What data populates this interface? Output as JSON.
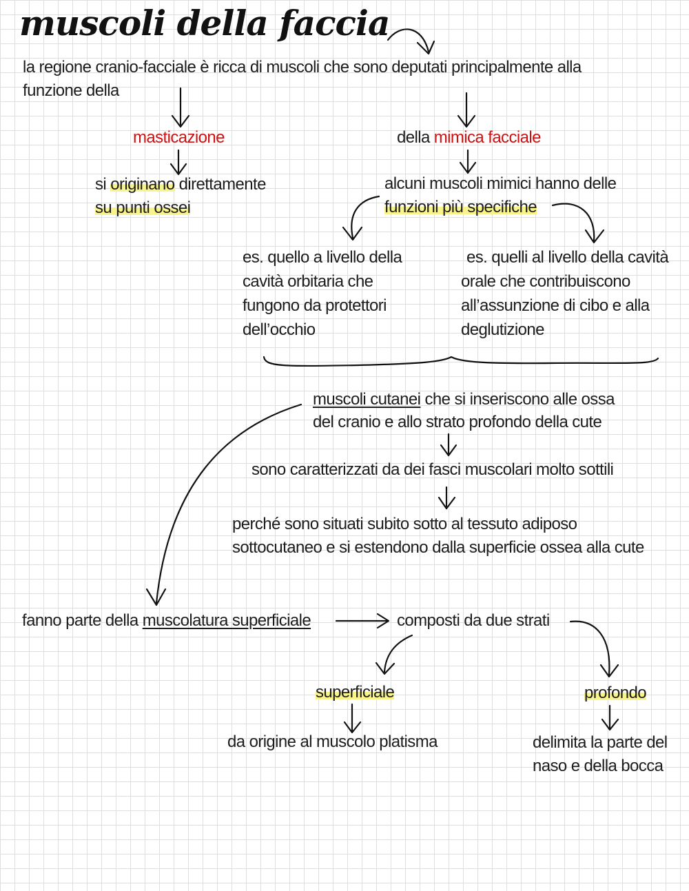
{
  "title": "muscoli della faccia",
  "intro": {
    "line1": "la regione cranio-facciale è ricca di muscoli che sono deputati principalmente alla",
    "line2": "funzione della"
  },
  "left_branch": {
    "label": "masticazione",
    "desc_pre": "si ",
    "desc_hl1": "originano",
    "desc_post": " direttamente",
    "desc_line2": "su punti ossei"
  },
  "right_branch": {
    "label_pre": "della ",
    "label_red": "mimica facciale",
    "desc_line1": "alcuni muscoli mimici hanno delle",
    "desc_line2": "funzioni più specifiche"
  },
  "example_left": {
    "line1": "es. quello a livello della",
    "line2": "cavità orbitaria che",
    "line3": "fungono da protettori",
    "line4": "dell’occhio"
  },
  "example_right": {
    "line1": "es. quelli al livello della cavità",
    "line2": "orale che contribuiscono",
    "line3": "all’assunzione di cibo e alla",
    "line4": "deglutizione"
  },
  "cutanei": {
    "term": "muscoli cutanei",
    "line1_rest": " che si inseriscono alle ossa",
    "line2": "del cranio e  allo strato profondo della cute",
    "line3": "sono caratterizzati da dei fasci muscolari molto sottili",
    "line4": "perché sono situati subito sotto al tessuto adiposo",
    "line5": "sottocutaneo e si estendono dalla superficie ossea alla cute"
  },
  "superficiale_section": {
    "pre": "fanno parte della ",
    "term": "muscolatura superficiale",
    "composed": "composti da due strati"
  },
  "layers": {
    "left_label": "superficiale",
    "left_desc": "da origine al muscolo platisma",
    "right_label": "profondo",
    "right_desc_line1": "delimita la parte del",
    "right_desc_line2": "naso e della bocca"
  },
  "colors": {
    "accent_red": "#d01010",
    "highlight_yellow": "#f8f48a",
    "ink": "#1c1c1c",
    "grid": "#dedede"
  }
}
